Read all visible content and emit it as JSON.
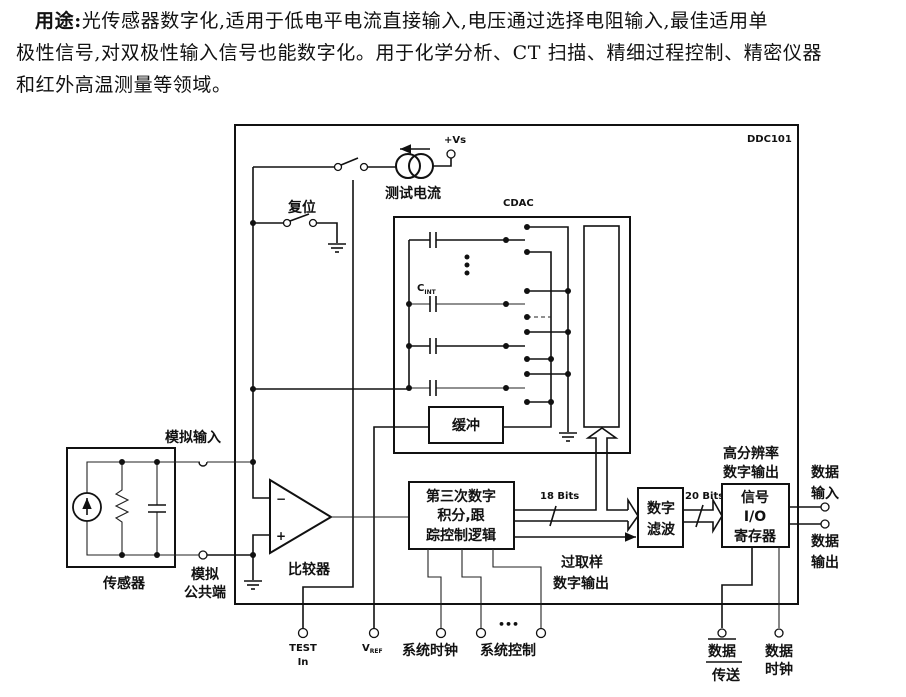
{
  "description": {
    "label": "用途:",
    "lines": [
      "光传感器数字化,适用于低电平电流直接输入,电压通过选择电阻输入,最佳适用单",
      "极性信号,对双极性输入信号也能数字化。用于化学分析、CT 扫描、精细过程控制、精密仪器",
      "和红外高温测量等领域。"
    ]
  },
  "diagram": {
    "chip_name": "DDC101",
    "test_current": "测试电流",
    "supply": "+Vs",
    "reset": "复位",
    "cdac": "CDAC",
    "cint": "C",
    "cint_sub": "INT",
    "buffer": "缓冲",
    "analog_input": "模拟输入",
    "analog_common": [
      "模拟",
      "公共端"
    ],
    "sensor": "传感器",
    "comparator": "比较器",
    "minus": "−",
    "plus": "+",
    "digital_block": [
      "第三次数字",
      "积分,跟",
      "踪控制逻辑"
    ],
    "bits18": "18 Bits",
    "bits20": "20 Bits",
    "filter": [
      "数字",
      "滤波"
    ],
    "oversample": [
      "过取样",
      "数字输出"
    ],
    "hires": [
      "高分辨率",
      "数字输出"
    ],
    "io_register": [
      "信号",
      "I/O",
      "寄存器"
    ],
    "data_in": [
      "数据",
      "输入"
    ],
    "data_out": [
      "数据",
      "输出"
    ],
    "pins": {
      "test_in": [
        "TEST",
        "In"
      ],
      "vref": "V",
      "vref_sub": "REF",
      "sys_clock": "系统时钟",
      "sys_control": "系统控制",
      "ellipsis": "•••",
      "data_transfer": [
        "数据",
        "传送"
      ],
      "data_clock": [
        "数据",
        "时钟"
      ]
    }
  }
}
